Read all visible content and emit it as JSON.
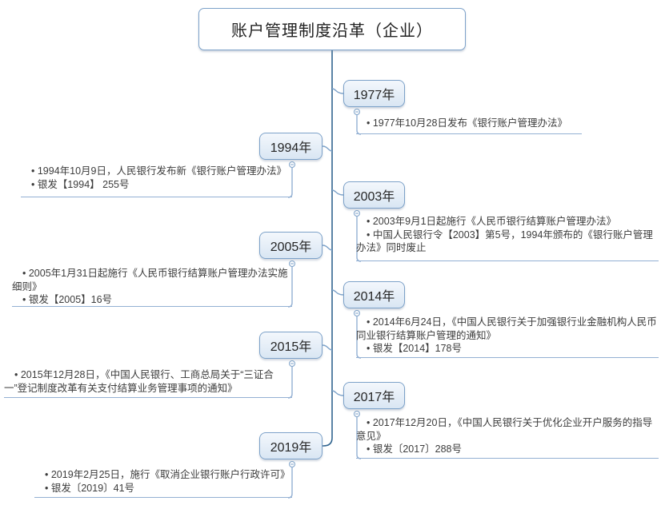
{
  "title": "账户管理制度沿革（企业）",
  "nodes": [
    {
      "year": "1977年",
      "side": "right",
      "notes": [
        "• 1977年10月28日发布《银行账户管理办法》"
      ]
    },
    {
      "year": "1994年",
      "side": "left",
      "notes": [
        "• 1994年10月9日，人民银行发布新《银行账户管理办法》",
        "• 银发【1994】 255号"
      ]
    },
    {
      "year": "2003年",
      "side": "right",
      "notes": [
        "• 2003年9月1日起施行《人民币银行结算账户管理办法》",
        "• 中国人民银行令【2003】第5号，1994年颁布的《银行账户管理办法》同时废止"
      ]
    },
    {
      "year": "2005年",
      "side": "left",
      "notes": [
        "• 2005年1月31日起施行《人民币银行结算账户管理办法实施细则》",
        "• 银发【2005】16号"
      ]
    },
    {
      "year": "2014年",
      "side": "right",
      "notes": [
        "• 2014年6月24日，《中国人民银行关于加强银行业金融机构人民币同业银行结算账户管理的通知》",
        "• 银发【2014】178号"
      ]
    },
    {
      "year": "2015年",
      "side": "left",
      "notes": [
        "• 2015年12月28日，《中国人民银行、工商总局关于“三证合一”登记制度改革有关支付结算业务管理事项的通知》"
      ]
    },
    {
      "year": "2017年",
      "side": "right",
      "notes": [
        "• 2017年12月20日，《中国人民银行关于优化企业开户服务的指导意见》",
        "• 银发〔2017〕288号"
      ]
    },
    {
      "year": "2019年",
      "side": "left",
      "notes": [
        "• 2019年2月25日，施行《取消企业银行账户行政许可》",
        "• 银发〔2019〕41号"
      ]
    }
  ],
  "colors": {
    "trunk_blue": "#31648f",
    "border_blue": "#7da2c9",
    "underline_blue": "#93b0d3",
    "node_fill_top": "#f3f7fc",
    "node_fill_bottom": "#d9e6f3",
    "text_dark": "#3c3c3c"
  }
}
